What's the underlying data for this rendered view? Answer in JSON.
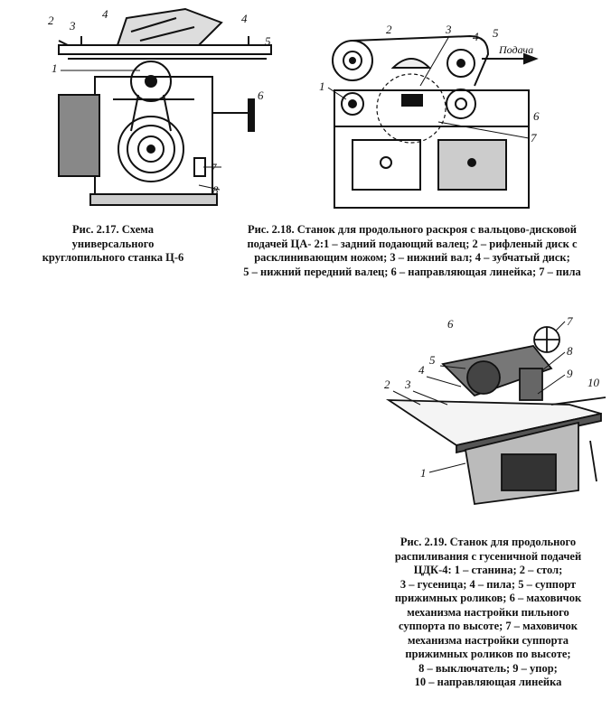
{
  "figures": [
    {
      "id": "2.17",
      "caption": [
        "Рис. 2.17. Схема",
        "универсального",
        "круглопильного станка Ц-6"
      ],
      "callouts": [
        "2",
        "3",
        "4",
        "4",
        "5",
        "1",
        "6",
        "7",
        "8"
      ]
    },
    {
      "id": "2.18",
      "caption": [
        "Рис. 2.18. Станок для продольного раскроя с вальцово-дисковой",
        "подачей ЦА- 2:1 – задний подающий валец; 2 – рифленый диск с",
        "расклинивающим ножом; 3 – нижний вал; 4 – зубчатый диск;",
        "5 – нижний передний валец; 6 – направляющая линейка; 7 – пила"
      ],
      "label_feed": "Подача",
      "callouts": [
        "1",
        "2",
        "3",
        "4",
        "5",
        "6",
        "7"
      ]
    },
    {
      "id": "2.19",
      "caption": [
        "Рис. 2.19. Станок для продольного",
        "распиливания с гусеничной подачей",
        "ЦДК-4: 1 – станина; 2 – стол;",
        "3 – гусеница; 4 – пила; 5 – суппорт",
        "прижимных роликов; 6 – маховичок",
        "механизма настройки пильного",
        "суппорта по высоте; 7 – маховичок",
        "механизма настройки суппорта",
        "прижимных роликов по высоте;",
        "8 – выключатель; 9 – упор;",
        "10 – направляющая линейка"
      ],
      "callouts": [
        "1",
        "2",
        "3",
        "4",
        "5",
        "6",
        "7",
        "8",
        "9",
        "10"
      ]
    }
  ]
}
